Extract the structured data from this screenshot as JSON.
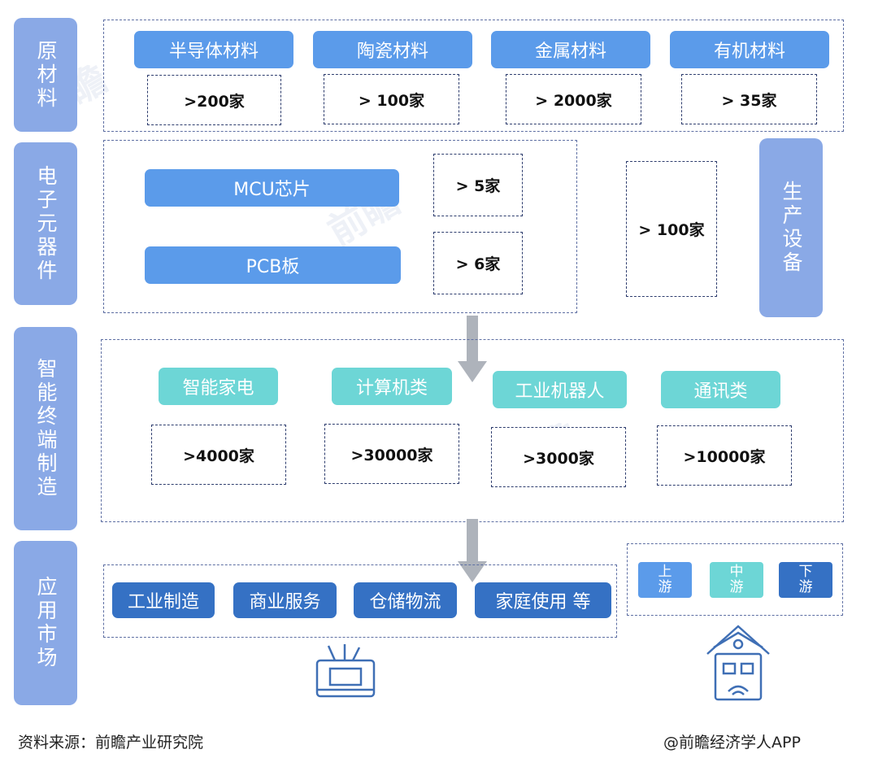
{
  "stages": {
    "raw": "原材料",
    "components": "电子元器件",
    "terminal": "智能终端制造",
    "market": "应用市场",
    "equipment": "生产设备"
  },
  "raw_materials": [
    {
      "label": "半导体材料",
      "count": ">200家"
    },
    {
      "label": "陶瓷材料",
      "count": "> 100家"
    },
    {
      "label": "金属材料",
      "count": "> 2000家"
    },
    {
      "label": "有机材料",
      "count": "> 35家"
    }
  ],
  "components": [
    {
      "label": "MCU芯片",
      "count": "> 5家"
    },
    {
      "label": "PCB板",
      "count": "> 6家"
    }
  ],
  "equipment_count": "> 100家",
  "terminals": [
    {
      "label": "智能家电",
      "count": ">4000家"
    },
    {
      "label": "计算机类",
      "count": ">30000家"
    },
    {
      "label": "工业机器人",
      "count": ">3000家"
    },
    {
      "label": "通讯类",
      "count": ">10000家"
    }
  ],
  "markets": [
    "工业制造",
    "商业服务",
    "仓储物流",
    "家庭使用 等"
  ],
  "legend": [
    {
      "label": "上游",
      "color": "#5b9bea"
    },
    {
      "label": "中游",
      "color": "#6dd6d6"
    },
    {
      "label": "下游",
      "color": "#3571c4"
    }
  ],
  "footer": {
    "source": "资料来源：前瞻产业研究院",
    "credit": "@前瞻经济学人APP"
  },
  "icons": [
    "arrow-down-icon",
    "tools-cup-icon",
    "smart-home-icon"
  ]
}
